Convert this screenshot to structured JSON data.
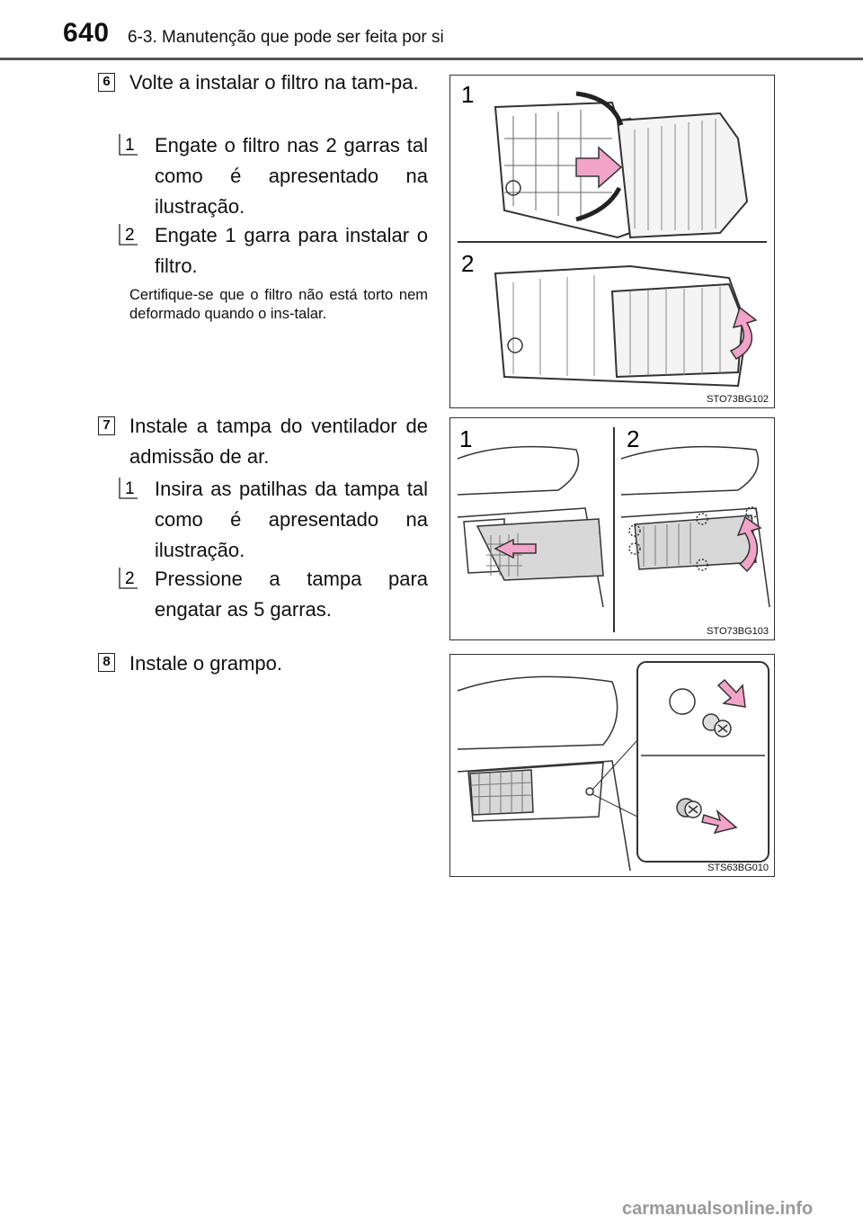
{
  "header": {
    "page_number": "640",
    "section_title": "6-3. Manutenção que pode ser feita por si"
  },
  "steps": [
    {
      "number": "6",
      "text": "Volte a instalar o filtro na tam-pa.",
      "substeps": [
        {
          "number": "1",
          "text": "Engate o filtro nas 2 garras tal como é apresentado na ilustração."
        },
        {
          "number": "2",
          "text": "Engate 1 garra para instalar o filtro."
        }
      ],
      "note": "Certifique-se que o filtro não está torto nem deformado quando o ins-talar.",
      "figure": {
        "code": "STO73BG102",
        "labels": [
          "1",
          "2"
        ]
      }
    },
    {
      "number": "7",
      "text": "Instale a tampa do ventilador de admissão de ar.",
      "substeps": [
        {
          "number": "1",
          "text": "Insira as patilhas da tampa tal como é apresentado na ilustração."
        },
        {
          "number": "2",
          "text": "Pressione a tampa para engatar as 5 garras."
        }
      ],
      "figure": {
        "code": "STO73BG103",
        "labels": [
          "1",
          "2"
        ]
      }
    },
    {
      "number": "8",
      "text": "Instale o grampo.",
      "figure": {
        "code": "STS63BG010"
      }
    }
  ],
  "footer": {
    "watermark": "carmanualsonline.info"
  },
  "colors": {
    "arrow_fill": "#f2a3c8",
    "line": "#333333"
  }
}
